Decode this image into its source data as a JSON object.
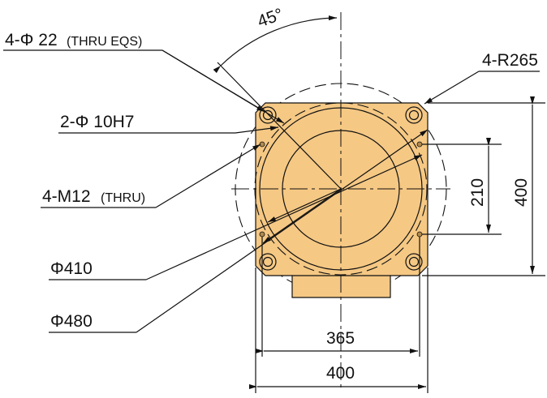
{
  "labels": {
    "bolt_holes": "4-Φ 22",
    "bolt_holes_note": "(THRU EQS)",
    "corner_radius": "4-R265",
    "pin_holes": "2-Φ 10H7",
    "tapped_holes": "4-M12",
    "tapped_holes_note": "(THRU)",
    "dia_410": "Φ410",
    "dia_480": "Φ480",
    "angle": "45°",
    "dim_210": "210",
    "dim_400_vertical": "400",
    "dim_365": "365",
    "dim_400_horizontal": "400"
  },
  "colors": {
    "plate": "#F5C884",
    "line": "#111111"
  }
}
